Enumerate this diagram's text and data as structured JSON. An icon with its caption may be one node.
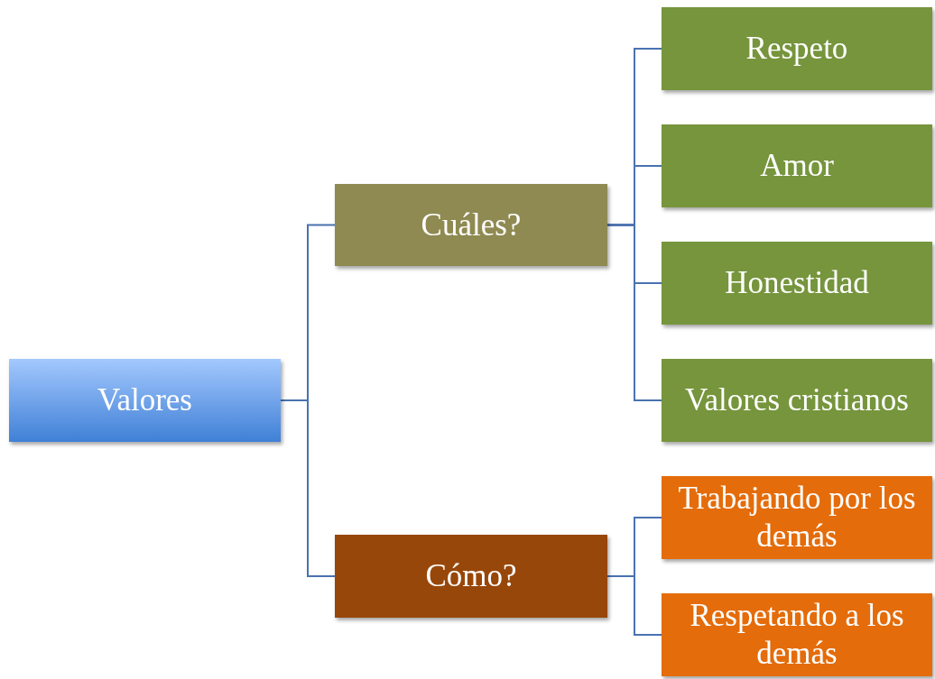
{
  "diagram": {
    "nodes": [
      {
        "text": [
          "Valores"
        ]
      },
      {
        "text": [
          "Cuáles?"
        ]
      },
      {
        "text": [
          "Respeto"
        ]
      },
      {
        "text": [
          "Amor"
        ]
      },
      {
        "text": [
          "Honestidad"
        ]
      },
      {
        "text": [
          "Valores cristianos"
        ]
      },
      {
        "text": [
          "Cómo?"
        ]
      },
      {
        "text": [
          "Trabajando por los demás"
        ]
      },
      {
        "text": [
          "Respetando a los demás"
        ]
      }
    ],
    "edges": [
      {
        "from": 0,
        "to": 1,
        "arrow": "none"
      },
      {
        "from": 0,
        "to": 6,
        "arrow": "none"
      },
      {
        "from": 1,
        "to": 2,
        "arrow": "none"
      },
      {
        "from": 1,
        "to": 3,
        "arrow": "none"
      },
      {
        "from": 1,
        "to": 4,
        "arrow": "none"
      },
      {
        "from": 1,
        "to": 5,
        "arrow": "none"
      },
      {
        "from": 6,
        "to": 7,
        "arrow": "none"
      },
      {
        "from": 6,
        "to": 8,
        "arrow": "none"
      }
    ]
  }
}
